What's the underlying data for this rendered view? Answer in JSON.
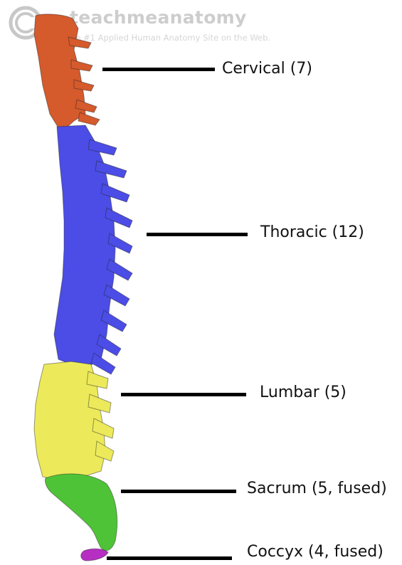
{
  "watermark": {
    "name": "teachmeanatomy",
    "tagline": "The #1 Applied Human Anatomy Site on the Web."
  },
  "regions": {
    "cervical": {
      "label": "Cervical (7)",
      "color": "#d55a2c"
    },
    "thoracic": {
      "label": "Thoracic (12)",
      "color": "#4b4de6"
    },
    "lumbar": {
      "label": "Lumbar (5)",
      "color": "#ecea5a"
    },
    "sacrum": {
      "label": "Sacrum (5, fused)",
      "color": "#4fc337"
    },
    "coccyx": {
      "label": "Coccyx (4, fused)",
      "color": "#b62fc2"
    }
  }
}
